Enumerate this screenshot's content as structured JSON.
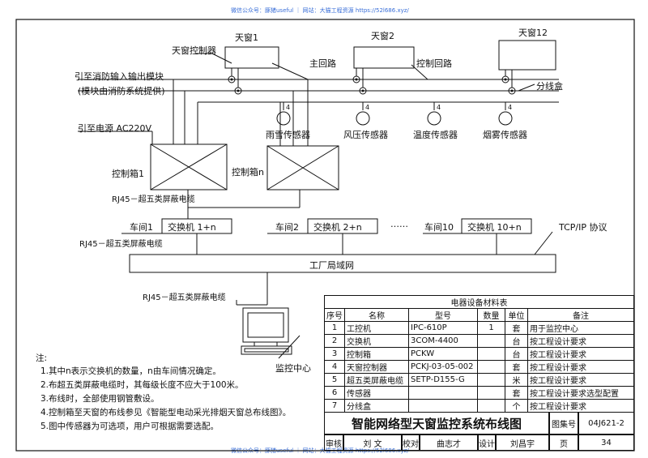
{
  "watermark": {
    "top": "微信公众号：豚猪useful ｜ 网站：大猫工程资源 https://52l686.xyz/",
    "bottom": "微信公众号：豚猪useful ｜ 网站：大猫工程资源 https://52l686.xyz/"
  },
  "diagram": {
    "skylight_controller": "天窗控制器",
    "skylights": [
      "天窗1",
      "天窗2",
      "天窗12"
    ],
    "main_loop": "主回路",
    "control_loop": "控制回路",
    "junction_box": "分线盒",
    "fire_link": "引至消防输入输出模块",
    "fire_link_note": "(模块由消防系统提供)",
    "power_source": "引至电源 AC220V",
    "sensors": [
      "雨雪传感器",
      "风压传感器",
      "温度传感器",
      "烟雾传感器"
    ],
    "control_box_1": "控制箱1",
    "control_box_n": "控制箱n",
    "rj45_1": "RJ45－超五类屏蔽电缆",
    "rj45_2": "RJ45－超五类屏蔽电缆",
    "rj45_3": "RJ45－超五类屏蔽电缆",
    "workshops": [
      "车间1",
      "车间2",
      "车间10"
    ],
    "switches": [
      "交换机 1+n",
      "交换机 2+n",
      "交换机 10+n"
    ],
    "ellipsis": "……",
    "protocol": "TCP/IP 协议",
    "lan": "工厂局域网",
    "monitor_center": "监控中心"
  },
  "notes": {
    "heading": "注:",
    "items": [
      "1.其中n表示交换机的数量，n由车间情况确定。",
      "2.布超五类屏蔽电缆时，其每级长度不应大于100米。",
      "3.布线时，全部使用钢管敷设。",
      "4.控制箱至天窗的布线参见《智能型电动采光排烟天窗总布线图》。",
      "5.图中传感器为可选项，用户可根据需要选配。"
    ]
  },
  "materials_table": {
    "title": "电器设备材料表",
    "headers": [
      "序号",
      "名称",
      "型号",
      "数量",
      "单位",
      "备注"
    ],
    "rows": [
      [
        "1",
        "工控机",
        "IPC-610P",
        "1",
        "套",
        "用于监控中心"
      ],
      [
        "2",
        "交换机",
        "3COM-4400",
        "",
        "台",
        "按工程设计要求"
      ],
      [
        "3",
        "控制箱",
        "PCKW",
        "",
        "台",
        "按工程设计要求"
      ],
      [
        "4",
        "天窗控制器",
        "PCKJ-03-05-002",
        "",
        "套",
        "按工程设计要求"
      ],
      [
        "5",
        "超五类屏蔽电缆",
        "SETP-D155-G",
        "",
        "米",
        "按工程设计要求"
      ],
      [
        "6",
        "传感器",
        "",
        "",
        "套",
        "按工程设计要求选型配置"
      ],
      [
        "7",
        "分线盒",
        "",
        "",
        "个",
        "按工程设计要求"
      ]
    ]
  },
  "title_block": {
    "title": "智能网络型天窗监控系统布线图",
    "atlas_label": "图集号",
    "atlas_no": "04J621-2",
    "review": "审核",
    "reviewer": "刘  文",
    "check": "校对",
    "checker": "曲志才",
    "design": "设计",
    "designer": "刘昌宇",
    "page_label": "页",
    "page_no": "34"
  }
}
